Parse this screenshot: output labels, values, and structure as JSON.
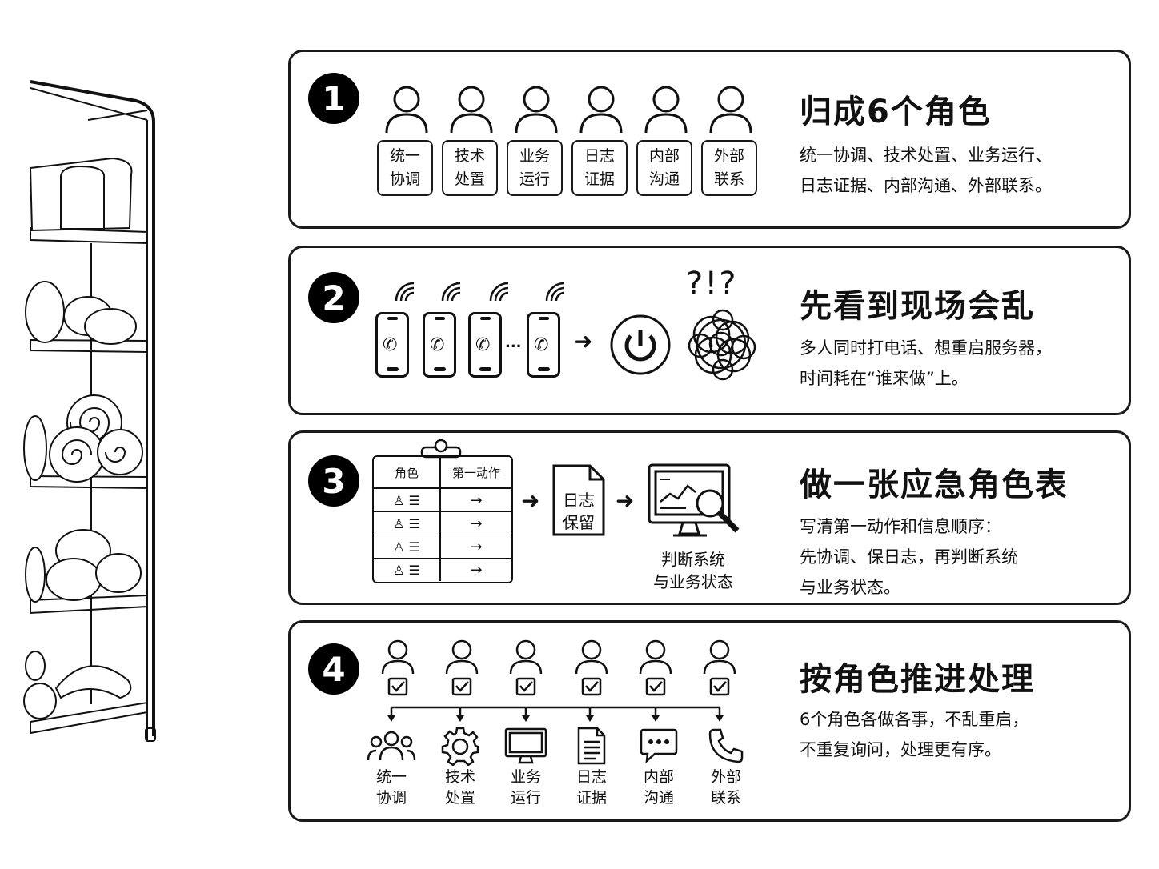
{
  "panel1": {
    "number": "1",
    "title": "归成6个角色",
    "desc_lines": [
      "统一协调、技术处置、业务运行、",
      "日志证据、内部沟通、外部联系。"
    ],
    "roles": [
      {
        "line1": "统一",
        "line2": "协调"
      },
      {
        "line1": "技术",
        "line2": "处置"
      },
      {
        "line1": "业务",
        "line2": "运行"
      },
      {
        "line1": "日志",
        "line2": "证据"
      },
      {
        "line1": "内部",
        "line2": "沟通"
      },
      {
        "line1": "外部",
        "line2": "联系"
      }
    ]
  },
  "panel2": {
    "number": "2",
    "title": "先看到现场会乱",
    "desc_lines": [
      "多人同时打电话、想重启服务器，",
      "时间耗在“谁来做”上。"
    ],
    "ellipsis": "...",
    "confusion_marks": "?!?"
  },
  "panel3": {
    "number": "3",
    "title": "做一张应急角色表",
    "desc_lines": [
      "写清第一动作和信息顺序：",
      "先协调、保日志，再判断系统",
      "与业务状态。"
    ],
    "table_header": {
      "col1": "角色",
      "col2": "第一动作"
    },
    "row_arrow": "→",
    "doc_label": {
      "line1": "日志",
      "line2": "保留"
    },
    "monitor_label": {
      "line1": "判断系统",
      "line2": "与业务状态"
    }
  },
  "panel4": {
    "number": "4",
    "title": "按角色推进处理",
    "desc_lines": [
      "6个角色各做各事，不乱重启，",
      "不重复询问，处理更有序。"
    ],
    "roles": [
      {
        "line1": "统一",
        "line2": "协调",
        "icon": "group-icon"
      },
      {
        "line1": "技术",
        "line2": "处置",
        "icon": "gear-icon"
      },
      {
        "line1": "业务",
        "line2": "运行",
        "icon": "monitor-icon"
      },
      {
        "line1": "日志",
        "line2": "证据",
        "icon": "document-icon"
      },
      {
        "line1": "内部",
        "line2": "沟通",
        "icon": "chat-bubble-icon"
      },
      {
        "line1": "外部",
        "line2": "联系",
        "icon": "phone-icon"
      }
    ]
  }
}
